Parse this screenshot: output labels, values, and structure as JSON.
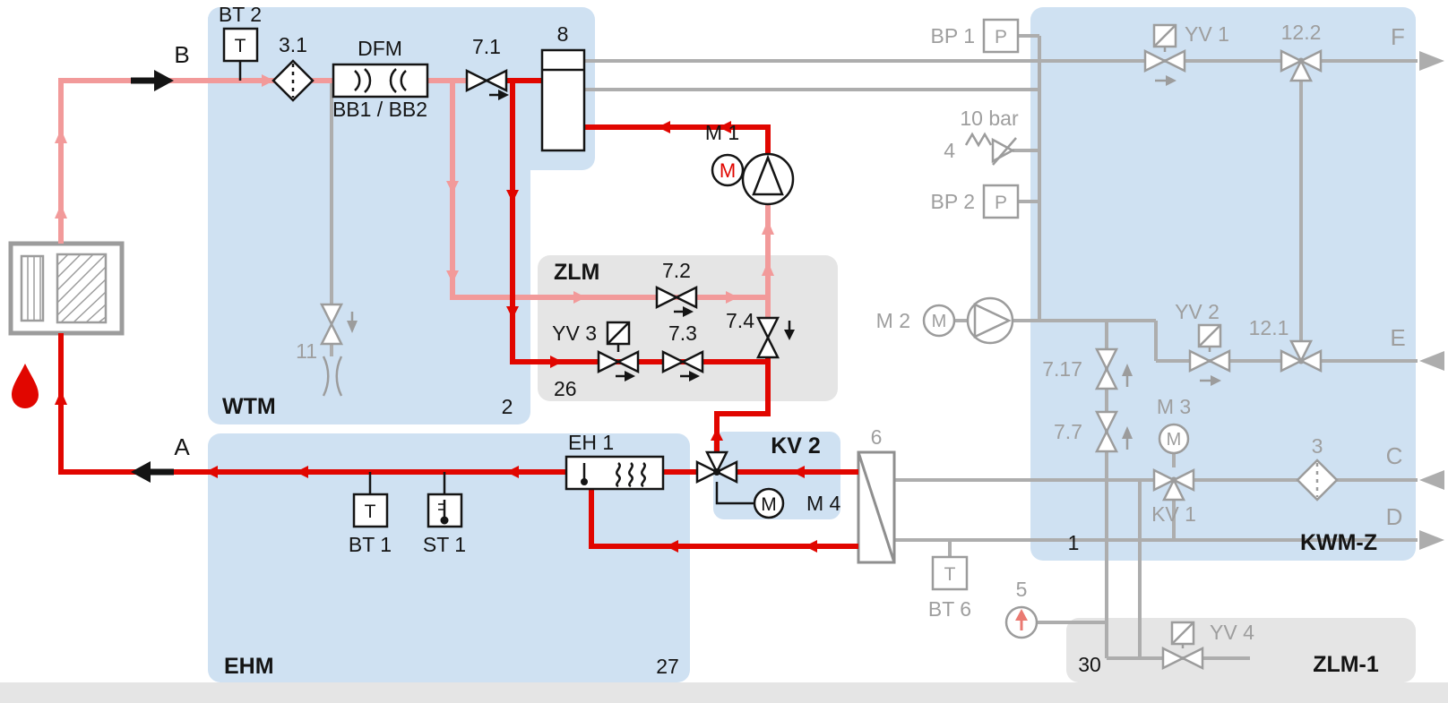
{
  "colors": {
    "active_flow": "#e10600",
    "return_flow": "#f29a9a",
    "inactive_line": "#adadad",
    "inactive_component": "#9c9c9c",
    "module_blue": "#cfe1f2",
    "module_gray": "#e5e5e5",
    "text": "#141414",
    "text_inactive": "#9e9e9e"
  },
  "modules": {
    "wtm": {
      "label": "WTM",
      "number": "2"
    },
    "ehm": {
      "label": "EHM",
      "number": "27"
    },
    "zlm": {
      "label": "ZLM",
      "number": "26"
    },
    "kv2": {
      "label": "KV 2"
    },
    "kwmz": {
      "label": "KWM-Z",
      "number": "1"
    },
    "zlm1": {
      "label": "ZLM-1",
      "number": "30"
    }
  },
  "ports": {
    "a": "A",
    "b": "B",
    "c": "C",
    "d": "D",
    "e": "E",
    "f": "F"
  },
  "sensors": {
    "bt1": "BT 1",
    "bt2": "BT 2",
    "bt6": "BT 6",
    "st1": "ST 1",
    "bp1": "BP 1",
    "bp2": "BP 2",
    "temp_symbol": "T",
    "pressure_symbol": "P"
  },
  "components": {
    "filter_31": "3.1",
    "flow_meter": "DFM",
    "flow_meter_sub": "BB1 / BB2",
    "valve_71": "7.1",
    "vessel_8": "8",
    "valve_11": "11",
    "pump_m1": "M 1",
    "pump_m2": "M 2",
    "motor_m3": "M 3",
    "motor_m4": "M 4",
    "motor_symbol": "M",
    "valve_72": "7.2",
    "valve_yv3": "YV 3",
    "valve_73": "7.3",
    "valve_74": "7.4",
    "heater_eh1": "EH 1",
    "hx_6": "6",
    "relief_valve": "4",
    "relief_pressure": "10 bar",
    "valve_717": "7.17",
    "valve_77": "7.7",
    "valve_yv1": "YV 1",
    "valve_yv2": "YV 2",
    "valve_yv4": "YV 4",
    "valve_122": "12.2",
    "valve_121": "12.1",
    "valve_kv1": "KV 1",
    "filter_3": "3",
    "gauge_5": "5"
  }
}
